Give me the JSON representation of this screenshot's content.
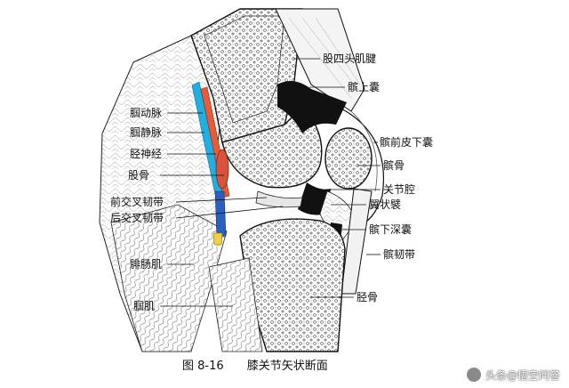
{
  "labels": {
    "left": {
      "popliteal_artery": "腘动脉",
      "popliteal_vein": "腘静脉",
      "tibial_nerve": "胫神经",
      "femur": "股骨",
      "acl": "前交叉韧带",
      "pcl": "后交叉韧带",
      "gastrocnemius": "腓肠肌",
      "popliteus": "腘肌"
    },
    "right": {
      "quadriceps_tendon": "股四头肌腱",
      "suprapatellar_bursa": "髌上囊",
      "prepatellar_bursa": "髌前皮下囊",
      "patella": "髌骨",
      "joint_cavity": "关节腔",
      "alar_fold": "翼状襞",
      "deep_infrapatellar_bursa": "髌下深囊",
      "patellar_ligament": "髌韧带",
      "tibia": "胫骨"
    }
  },
  "caption": {
    "number": "图 8-16",
    "title": "膝关节矢状断面"
  },
  "watermark": "头条@悟空问答",
  "colors": {
    "artery": "#e85a3a",
    "vein": "#22aee0",
    "nerve_blue": "#2a5fc0",
    "nerve_yellow": "#f0d040",
    "line": "#111111"
  }
}
